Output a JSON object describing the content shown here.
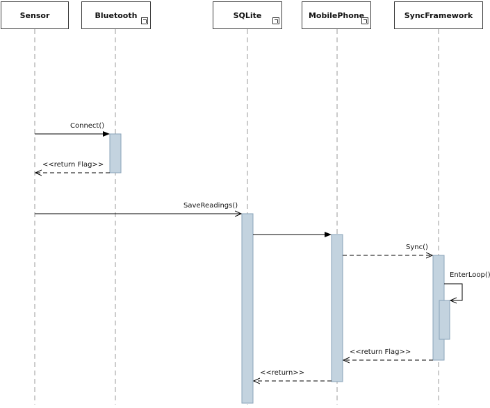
{
  "lifelines": [
    {
      "id": "sensor",
      "name": "Sensor",
      "has_link_icon": false
    },
    {
      "id": "bluetooth",
      "name": "Bluetooth",
      "has_link_icon": true
    },
    {
      "id": "sqlite",
      "name": "SQLite",
      "has_link_icon": true
    },
    {
      "id": "mobilephone",
      "name": "MobilePhone",
      "has_link_icon": true
    },
    {
      "id": "syncframework",
      "name": "SyncFramework",
      "has_link_icon": false
    }
  ],
  "messages": [
    {
      "from": "sensor",
      "to": "bluetooth",
      "label": "Connect()",
      "kind": "sync-call"
    },
    {
      "from": "bluetooth",
      "to": "sensor",
      "label": "<<return Flag>>",
      "kind": "return"
    },
    {
      "from": "sensor",
      "to": "sqlite",
      "label": "SaveReadings()",
      "kind": "async-call"
    },
    {
      "from": "sqlite",
      "to": "mobilephone",
      "label": "",
      "kind": "sync-call"
    },
    {
      "from": "mobilephone",
      "to": "syncframework",
      "label": "Sync()",
      "kind": "async-dashed"
    },
    {
      "from": "syncframework",
      "to": "syncframework",
      "label": "EnterLoop()",
      "kind": "self"
    },
    {
      "from": "syncframework",
      "to": "mobilephone",
      "label": "<<return Flag>>",
      "kind": "return"
    },
    {
      "from": "mobilephone",
      "to": "sqlite",
      "label": "<<return>>",
      "kind": "return"
    }
  ],
  "colors": {
    "activation_fill": "#c3d3df",
    "activation_stroke": "#8aa3b8",
    "lifeline_dash": "#9a9a9a",
    "line": "#000000"
  }
}
